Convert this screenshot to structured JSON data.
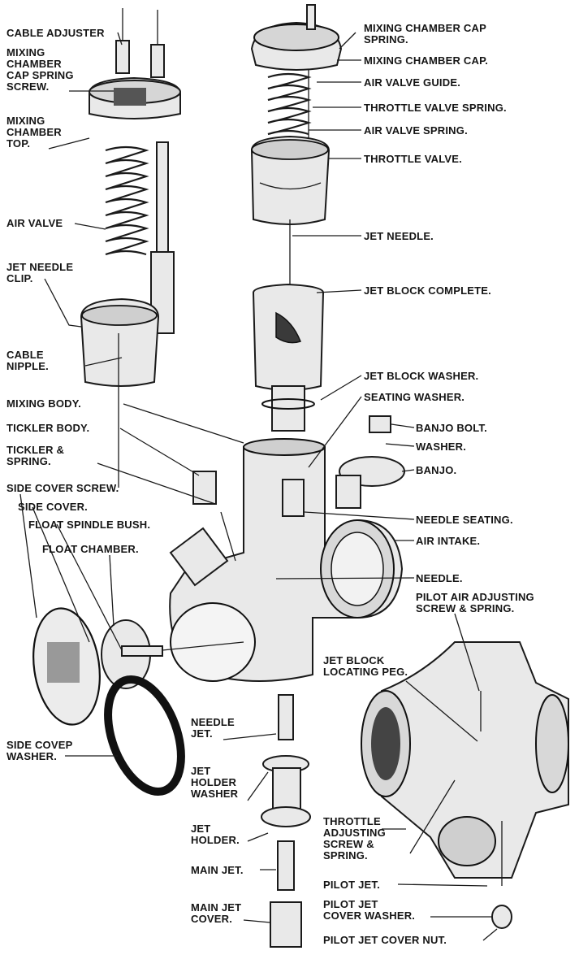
{
  "labels": {
    "cable_adjuster": "CABLE ADJUSTER",
    "mixing_chamber_cap_spring_screw": [
      "MIXING",
      "CHAMBER",
      "CAP SPRING",
      "SCREW."
    ],
    "mixing_chamber_top": [
      "MIXING",
      "CHAMBER",
      "TOP."
    ],
    "air_valve": "AIR VALVE",
    "jet_needle_clip": [
      "JET NEEDLE",
      "CLIP."
    ],
    "cable_nipple": [
      "CABLE",
      "NIPPLE."
    ],
    "mixing_body": "MIXING BODY.",
    "tickler_body": "TICKLER BODY.",
    "tickler_spring": [
      "TICKLER &",
      "SPRING."
    ],
    "side_cover_screw": "SIDE COVER SCREW.",
    "side_cover": "SIDE COVER.",
    "float_spindle_bush": "FLOAT SPINDLE BUSH.",
    "float_chamber": "FLOAT CHAMBER.",
    "side_cover_washer": [
      "SIDE COVEP",
      "WASHER."
    ],
    "needle_jet": [
      "NEEDLE",
      "JET."
    ],
    "jet_holder_washer": [
      "JET",
      "HOLDER",
      "WASHER"
    ],
    "jet_holder": [
      "JET",
      "HOLDER."
    ],
    "main_jet": "MAIN JET.",
    "main_jet_cover": [
      "MAIN JET",
      "COVER."
    ],
    "mixing_chamber_cap_spring": [
      "MIXING CHAMBER CAP",
      "SPRING."
    ],
    "mixing_chamber_cap": "MIXING CHAMBER CAP.",
    "air_valve_guide": "AIR VALVE GUIDE.",
    "throttle_valve_spring": "THROTTLE VALVE SPRING.",
    "air_valve_spring": "AIR VALVE SPRING.",
    "throttle_valve": "THROTTLE VALVE.",
    "jet_needle": "JET NEEDLE.",
    "jet_block_complete": "JET BLOCK COMPLETE.",
    "jet_block_washer": "JET BLOCK WASHER.",
    "seating_washer": "SEATING WASHER.",
    "banjo_bolt": "BANJO BOLT.",
    "washer": "WASHER.",
    "banjo": "BANJO.",
    "needle_seating": "NEEDLE SEATING.",
    "air_intake": "AIR INTAKE.",
    "needle": "NEEDLE.",
    "pilot_air_adjusting_screw": [
      "PILOT AIR ADJUSTING",
      "SCREW & SPRING."
    ],
    "jet_block_locating_peg": [
      "JET BLOCK",
      "LOCATING PEG."
    ],
    "throttle_adjusting_screw": [
      "THROTTLE",
      "ADJUSTING",
      "SCREW &",
      "SPRING."
    ],
    "pilot_jet": "PILOT JET.",
    "pilot_jet_cover_washer": [
      "PILOT JET",
      "COVER WASHER."
    ],
    "pilot_jet_cover_nut": "PILOT JET COVER NUT."
  }
}
